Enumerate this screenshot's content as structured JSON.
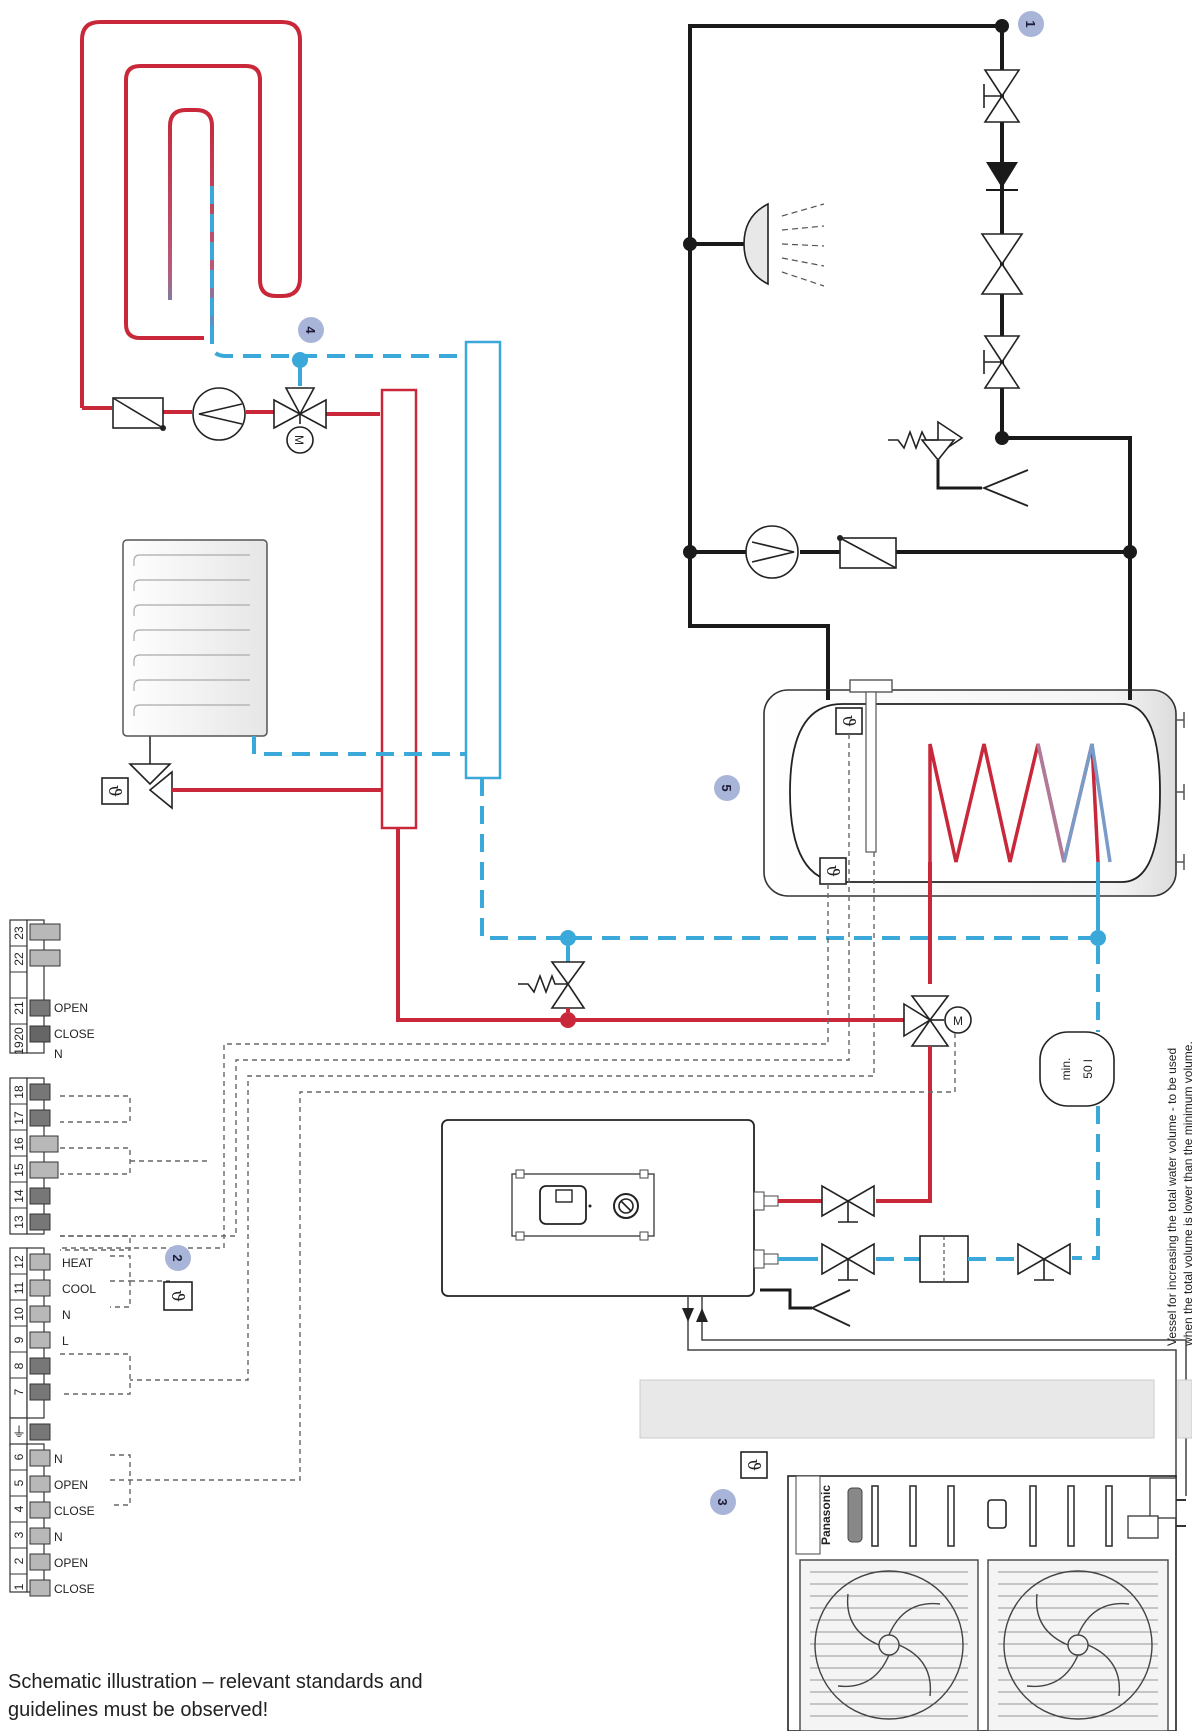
{
  "markers": [
    "1",
    "2",
    "3",
    "4",
    "5"
  ],
  "terminal_numbers": [
    "23",
    "22",
    "21",
    "20",
    "19",
    "18",
    "17",
    "16",
    "15",
    "14",
    "13",
    "12",
    "11",
    "10",
    "9",
    "8",
    "7",
    "6",
    "5",
    "4",
    "3",
    "2",
    "1"
  ],
  "terminal_labels": {
    "t21": "OPEN",
    "t20": "CLOSE",
    "t19": "N",
    "t12": "HEAT",
    "t11": "COOL",
    "t10": "N",
    "t9": "L",
    "t6": "N",
    "t5": "OPEN",
    "t4": "CLOSE",
    "t3": "N",
    "t2": "OPEN",
    "t1": "CLOSE"
  },
  "buffer_label_line1": "min.",
  "buffer_label_line2": "50 l",
  "vessel_note_line1": "Vessel for increasing the total water volume - to be used",
  "vessel_note_line2": "when the total volume is lower than the minimum volume.",
  "motor_symbol": "M",
  "sensor_symbol": "ϑ",
  "earth_symbol": "⏚",
  "brand": "Panasonic",
  "caption_line1": "Schematic illustration – relevant standards and",
  "caption_line2": "guidelines must be observed!",
  "colors": {
    "hot_pipe": "#c8283a",
    "cold_pipe": "#3aa8d8",
    "dhw_pipe": "#1a1a1a",
    "marker": "#a9b4d9"
  }
}
